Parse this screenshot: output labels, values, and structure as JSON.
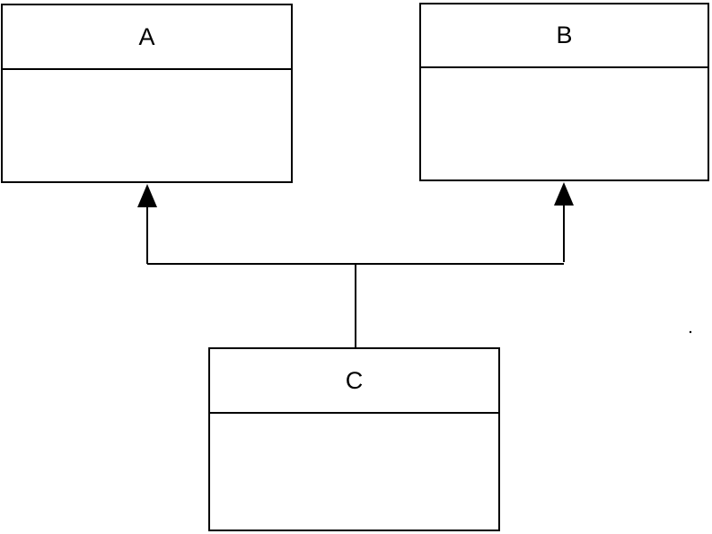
{
  "diagram": {
    "classes": [
      {
        "id": "A",
        "name": "A"
      },
      {
        "id": "B",
        "name": "B"
      },
      {
        "id": "C",
        "name": "C"
      }
    ],
    "relations": [
      {
        "from": "C",
        "to": "A",
        "type": "inheritance"
      },
      {
        "from": "C",
        "to": "B",
        "type": "inheritance"
      }
    ],
    "colors": {
      "line": "#000000",
      "background": "#ffffff"
    }
  }
}
